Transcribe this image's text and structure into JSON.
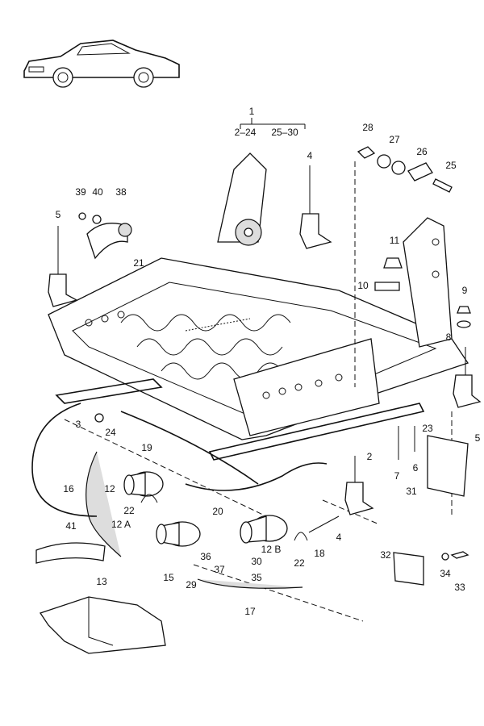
{
  "diagram": {
    "vehicle_icon": "car-side-silhouette",
    "assembly_label": "1",
    "assembly_ranges": [
      "2–24",
      "25–30"
    ],
    "labels": [
      "28",
      "27",
      "26",
      "25",
      "4",
      "39",
      "40",
      "38",
      "5",
      "21",
      "11",
      "10",
      "9",
      "8",
      "3",
      "24",
      "19",
      "16",
      "12",
      "22",
      "12 A",
      "20",
      "41",
      "15",
      "29",
      "36",
      "37",
      "30",
      "35",
      "12 B",
      "22",
      "18",
      "4",
      "17",
      "2",
      "7",
      "6",
      "23",
      "5",
      "31",
      "32",
      "34",
      "33",
      "13"
    ]
  }
}
